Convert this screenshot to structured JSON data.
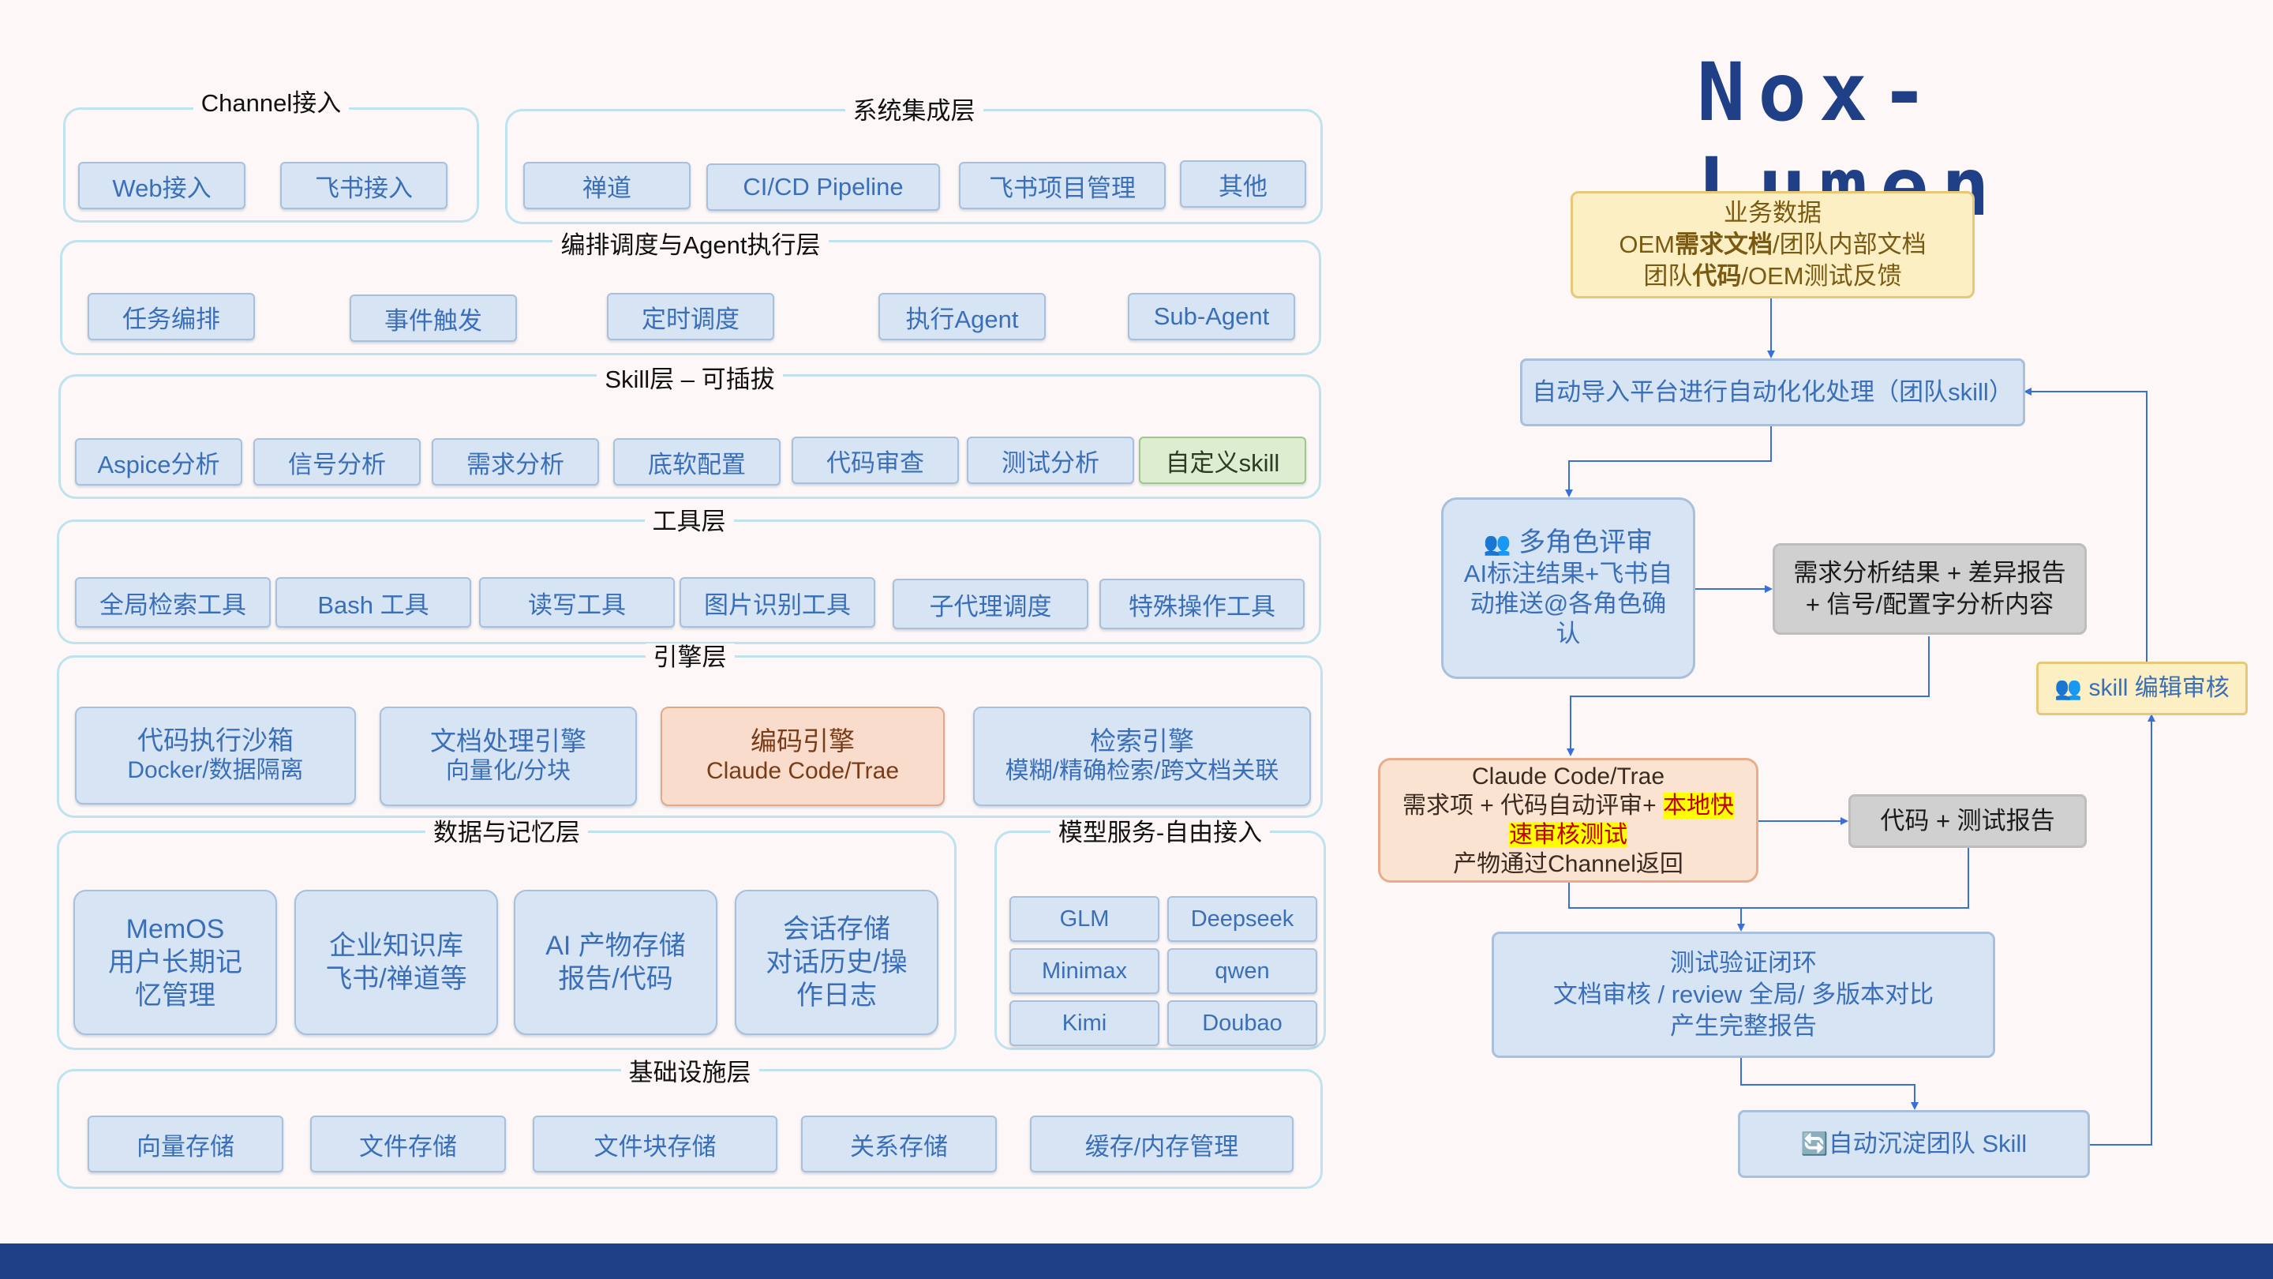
{
  "logo": "Nox-Lumen",
  "layers": {
    "channel": {
      "title": "Channel接入",
      "items": [
        "Web接入",
        "飞书接入"
      ]
    },
    "system": {
      "title": "系统集成层",
      "items": [
        "禅道",
        "CI/CD Pipeline",
        "飞书项目管理",
        "其他"
      ]
    },
    "orchestration": {
      "title": "编排调度与Agent执行层",
      "items": [
        "任务编排",
        "事件触发",
        "定时调度",
        "执行Agent",
        "Sub-Agent"
      ]
    },
    "skill": {
      "title": "Skill层 – 可插拔",
      "items": [
        "Aspice分析",
        "信号分析",
        "需求分析",
        "底软配置",
        "代码审查",
        "测试分析",
        "自定义skill"
      ]
    },
    "tools": {
      "title": "工具层",
      "items": [
        "全局检索工具",
        "Bash 工具",
        "读写工具",
        "图片识别工具",
        "子代理调度",
        "特殊操作工具"
      ]
    },
    "engine": {
      "title": "引擎层",
      "items": [
        {
          "l1": "代码执行沙箱",
          "l2": "Docker/数据隔离"
        },
        {
          "l1": "文档处理引擎",
          "l2": "向量化/分块"
        },
        {
          "l1": "编码引擎",
          "l2": "Claude Code/Trae"
        },
        {
          "l1": "检索引擎",
          "l2": "模糊/精确检索/跨文档关联"
        }
      ]
    },
    "memory": {
      "title": "数据与记忆层",
      "items": [
        {
          "l1": "MemOS",
          "l2": "用户长期记",
          "l3": "忆管理"
        },
        {
          "l1": "企业知识库",
          "l2": "飞书/禅道等",
          "l3": ""
        },
        {
          "l1": "AI 产物存储",
          "l2": "报告/代码",
          "l3": ""
        },
        {
          "l1": "会话存储",
          "l2": "对话历史/操",
          "l3": "作日志"
        }
      ]
    },
    "models": {
      "title": "模型服务-自由接入",
      "items": [
        "GLM",
        "Deepseek",
        "Minimax",
        "qwen",
        "Kimi",
        "Doubao"
      ]
    },
    "infra": {
      "title": "基础设施层",
      "items": [
        "向量存储",
        "文件存储",
        "文件块存储",
        "关系存储",
        "缓存/内存管理"
      ]
    }
  },
  "flow": {
    "business": {
      "l1": "业务数据",
      "l2a": "OEM",
      "l2b": "需求文档",
      "l2c": "/团队内部文档",
      "l3a": "团队",
      "l3b": "代码",
      "l3c": "/OEM测试反馈"
    },
    "auto_import": "自动导入平台进行自动化化处理（团队skill）",
    "review": {
      "icon": "👥",
      "title": "多角色评审",
      "l2": "AI标注结果+飞书自",
      "l3": "动推送@各角色确",
      "l4": "认"
    },
    "req_result": {
      "l1": "需求分析结果 + 差异报告",
      "l2": "+ 信号/配置字分析内容"
    },
    "skill_review": {
      "icon": "👥",
      "label": "skill 编辑审核"
    },
    "claude": {
      "l1": "Claude Code/Trae",
      "l2a": "需求项 + 代码自动评审+ ",
      "l2b": "本地快",
      "l3": "速审核测试",
      "l4": "产物通过Channel返回"
    },
    "code_report": "代码 + 测试报告",
    "test_loop": {
      "l1": "测试验证闭环",
      "l2": "文档审核 / review 全局/ 多版本对比",
      "l3": "产生完整报告"
    },
    "auto_skill": {
      "icon": "🔄",
      "label": "自动沉淀团队 Skill"
    }
  },
  "colors": {
    "accent": "#1f3f86",
    "box_blue": "#d6e4f4",
    "box_text": "#3a6fb8",
    "layer_border": "#bfe2ef",
    "highlight": "#ffff00"
  }
}
